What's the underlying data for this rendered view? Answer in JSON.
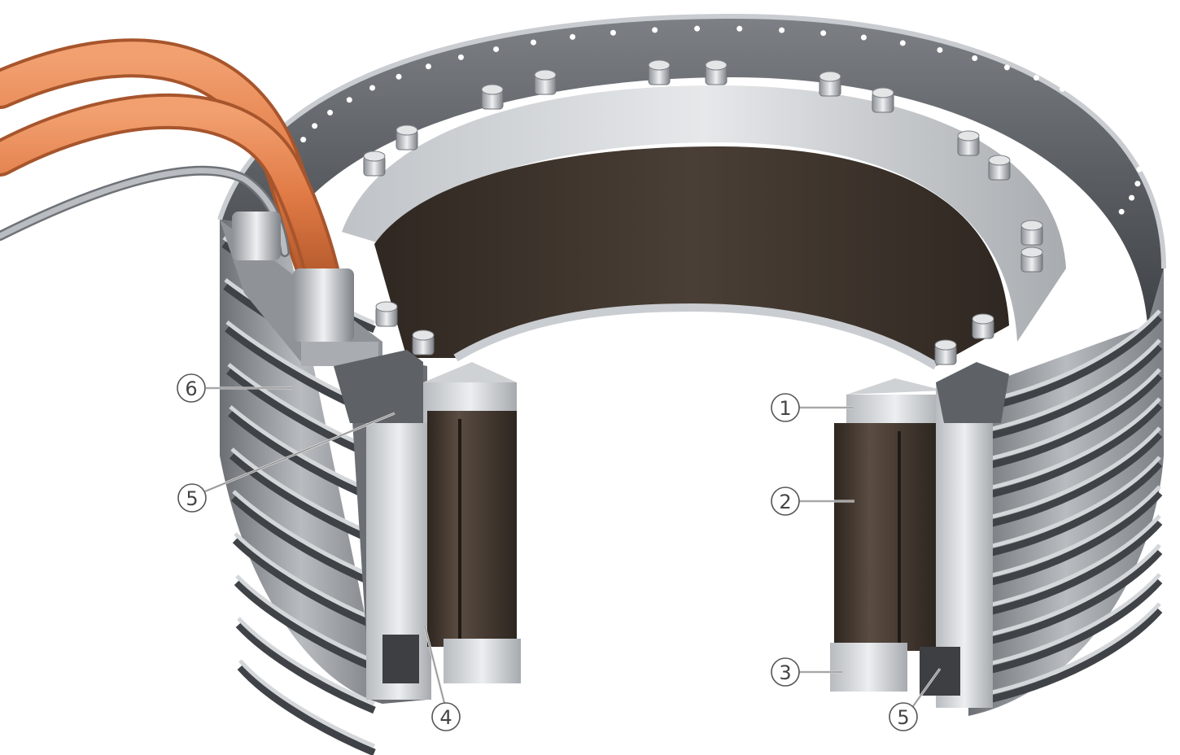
{
  "figure": {
    "callouts": [
      {
        "id": "c6-left",
        "number": "6"
      },
      {
        "id": "c5-left",
        "number": "5"
      },
      {
        "id": "c4",
        "number": "4"
      },
      {
        "id": "c1",
        "number": "1"
      },
      {
        "id": "c2",
        "number": "2"
      },
      {
        "id": "c3",
        "number": "3"
      },
      {
        "id": "c5-right",
        "number": "5"
      }
    ],
    "colors": {
      "cable": "#e07a45",
      "steel": "#9a9ea3",
      "steel_dark": "#55595e",
      "steel_light": "#d3d6d9",
      "winding": "#4a3e36",
      "winding_dark": "#2e2620",
      "interior": "#3b3129"
    }
  }
}
